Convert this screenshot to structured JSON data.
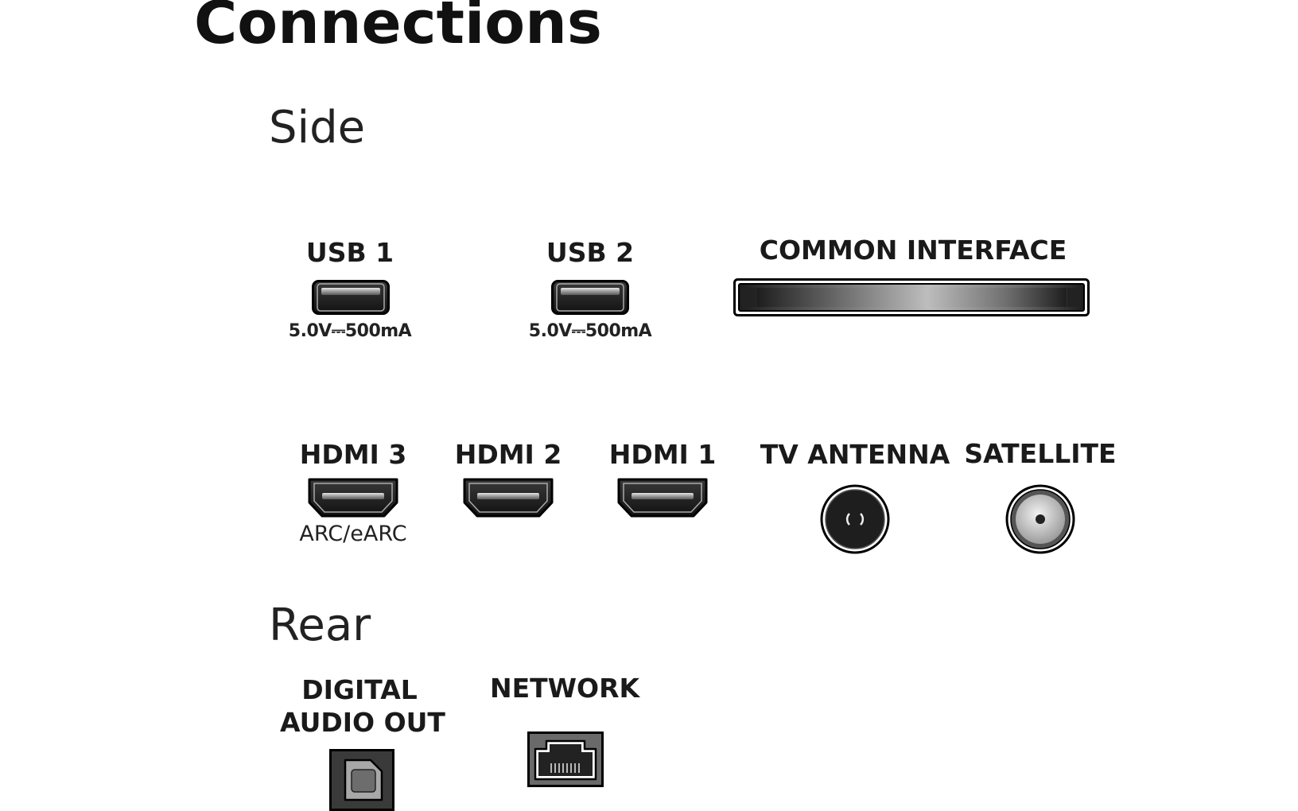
{
  "title": "Connections",
  "sections": {
    "side": "Side",
    "rear": "Rear"
  },
  "ports": {
    "usb1": {
      "label": "USB 1",
      "rating": "5.0V⎓500mA",
      "icon": "usb-port-icon"
    },
    "usb2": {
      "label": "USB 2",
      "rating": "5.0V⎓500mA",
      "icon": "usb-port-icon"
    },
    "common_interface": {
      "label": "COMMON INTERFACE",
      "icon": "ci-slot-icon"
    },
    "hdmi3": {
      "label": "HDMI 3",
      "note": "ARC/eARC",
      "icon": "hdmi-port-icon"
    },
    "hdmi2": {
      "label": "HDMI 2",
      "icon": "hdmi-port-icon"
    },
    "hdmi1": {
      "label": "HDMI 1",
      "icon": "hdmi-port-icon"
    },
    "tv_antenna": {
      "label": "TV ANTENNA",
      "icon": "antenna-port-icon"
    },
    "satellite": {
      "label": "SATELLITE",
      "icon": "satellite-port-icon"
    },
    "digital_audio_out": {
      "label_line1": "DIGITAL",
      "label_line2": "AUDIO OUT",
      "icon": "optical-port-icon"
    },
    "network": {
      "label": "NETWORK",
      "icon": "ethernet-port-icon"
    }
  }
}
